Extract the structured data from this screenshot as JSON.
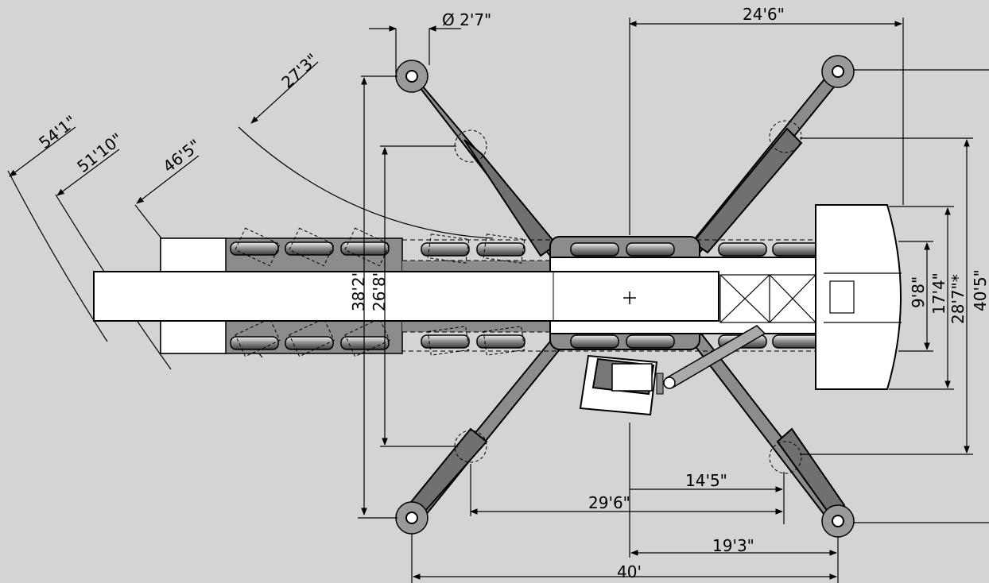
{
  "background_color": "#d4d4d4",
  "accent_fill": "#8c8c8c",
  "outline_color": "#000000",
  "dimensions": {
    "outrigger_pad_diameter": "Ø 2'7\"",
    "top_width": "24'6\"",
    "radius_27_3": "27'3\"",
    "radius_54_1": "54'1\"",
    "radius_51_10": "51'10\"",
    "radius_46_5": "46'5\"",
    "outrigger_span_full": "38'2\"",
    "outrigger_span_inner": "26'8\"",
    "counterweight_9_8": "9'8\"",
    "counterweight_17_4": "17'4\"",
    "counterweight_28_7": "28'7\"*",
    "counterweight_40_5": "40'5\"",
    "length_14_5": "14'5\"",
    "length_29_6": "29'6\"",
    "length_19_3": "19'3\"",
    "length_40": "40'"
  }
}
